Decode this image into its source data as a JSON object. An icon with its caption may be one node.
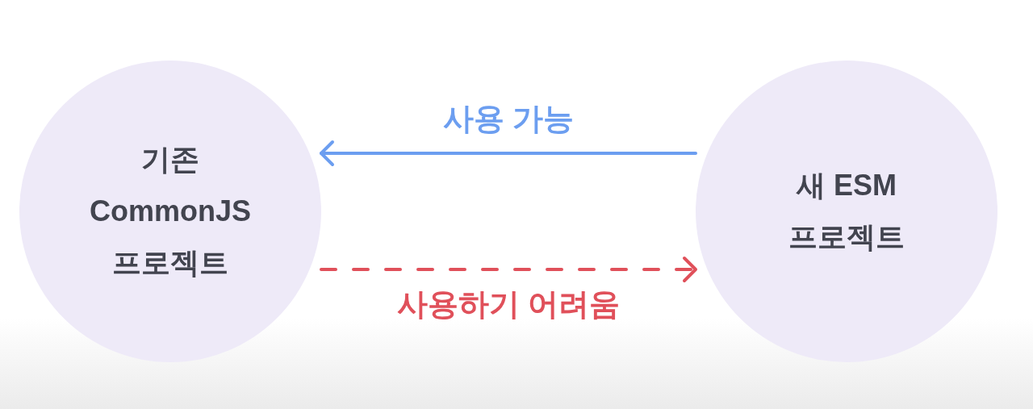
{
  "diagram": {
    "nodes": [
      {
        "text": [
          "기존 CommonJS 프로젝트"
        ]
      },
      {
        "text": [
          "새 ESM 프로젝트"
        ]
      }
    ],
    "edges": [
      {
        "from": 1,
        "to": 0,
        "arrow": "to",
        "label": "사용 가능",
        "color": "#6c9ef0"
      },
      {
        "from": 0,
        "to": 1,
        "arrow": "to",
        "label": "사용하기 어려움",
        "style": "dashed",
        "color": "#e0505a"
      }
    ]
  }
}
